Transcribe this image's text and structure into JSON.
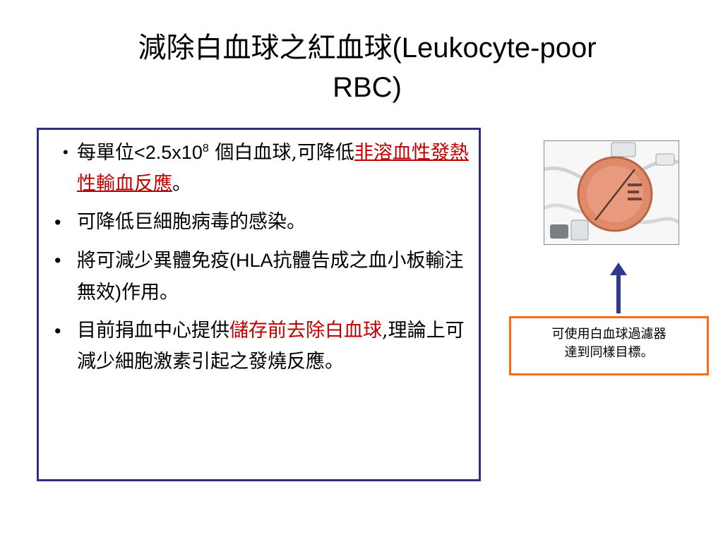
{
  "slide": {
    "title_cjk": "減除白血球之紅血球",
    "title_latin": "(Leukocyte-poor",
    "title_latin_line2": "RBC)"
  },
  "bullets": {
    "b1": {
      "bullet": "•",
      "text_a": "每單位",
      "text_b": "<2.5x10",
      "sup": "8",
      "text_c": " 個白血球,可降低",
      "highlight": "非溶血性發熱性輸血反應",
      "text_d": "。"
    },
    "b2": {
      "bullet": "•",
      "text": "可降低巨細胞病毒的感染。"
    },
    "b3": {
      "bullet": "•",
      "text_a": "將可減少異體免疫",
      "text_b": "(HLA",
      "text_c": "抗體告成之血小板輸注無效",
      "text_d": ")",
      "text_e": "作用。"
    },
    "b4": {
      "bullet": "•",
      "text_a": "目前捐血中心提供",
      "highlight": "儲存前去除白血球",
      "text_b": ",理論上可減少細胞激素引起之發燒反應。"
    }
  },
  "callout": {
    "line1": "可使用白血球過濾器",
    "line2": "達到同樣目標。"
  },
  "colors": {
    "box_border": "#2e2e86",
    "highlight": "#c00000",
    "arrow": "#2e3a8c",
    "callout_border": "#ff6a13"
  }
}
